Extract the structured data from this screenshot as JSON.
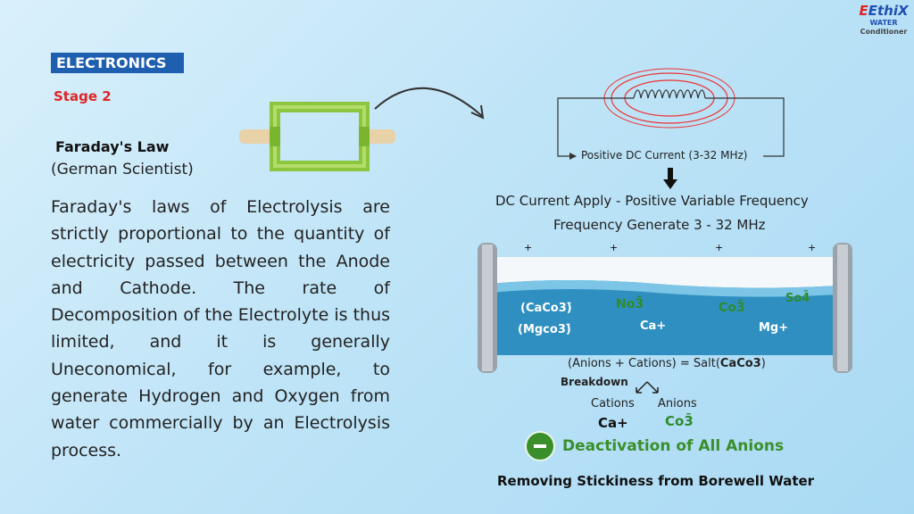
{
  "logo": {
    "brand": "EthiX",
    "sub": "WATER",
    "tag": "Conditioner"
  },
  "section": "ELECTRONICS",
  "stage": "Stage 2",
  "law_title": "Faraday's Law",
  "law_sub": "(German Scientist)",
  "paragraph": "Faraday's laws of Electrolysis are strictly proportional to the quantity of electricity passed between the Anode and Cathode. The rate of Decomposition of the Electrolyte is thus limited, and it is generally Uneconomical, for example, to generate Hydrogen and Oxygen from water commercially by an Electrolysis process.",
  "coil_label": "Positive DC Current (3-32 MHz)",
  "desc_line1": "DC Current Apply - Positive Variable Frequency",
  "desc_line2": "Frequency Generate 3 - 32 MHz",
  "ions": {
    "caco3": "(CaCo3)̄",
    "mgco3": "(Mgco3)̄",
    "no3": "No3̄",
    "ca": "Ca+",
    "co3": "Co3̄",
    "so4": "So4̄",
    "mg": "Mg+"
  },
  "equation_prefix": "(Anions + Cations) = Salt(",
  "equation_bold": "CaCo3",
  "equation_suffix": ")",
  "breakdown": "Breakdown",
  "cations_label": "Cations",
  "anions_label": "Anions",
  "cation_val": "Ca+",
  "anion_val": "Co3̄",
  "deactivation": "Deactivation of All Anions",
  "footer": "Removing Stickiness from Borewell Water"
}
